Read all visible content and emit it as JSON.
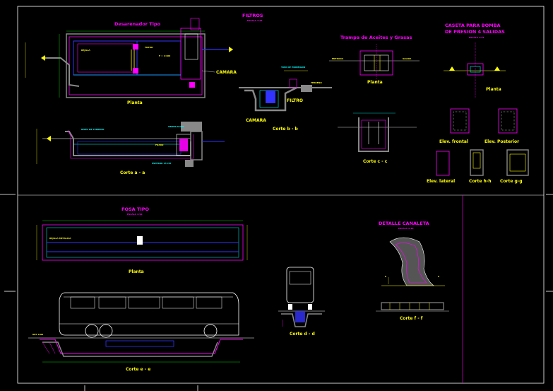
{
  "sheet": {
    "background": "#000000",
    "colors": {
      "frame": "#ffffff",
      "magenta": "#ff00ff",
      "yellow": "#ffff00",
      "cyan": "#00ffff",
      "blue": "#3333ff",
      "green": "#00ff00",
      "gray": "#888888",
      "red": "#ff0000"
    }
  },
  "panels": {
    "filtros": {
      "title": "FILTROS",
      "subtitle": "ESCALA 1:25",
      "desarenador": {
        "title": "Desarenador Tipo",
        "plan_caption": "Planta",
        "section_caption": "Corte a - a",
        "label_rejilla": "REJILLA",
        "label_ventilacion": "VENTILACION",
        "label_flujo": "F = 1:100",
        "label_espesor": "ESPESOR 15 CM",
        "label_nivel": "NIVEL DE TERRENO"
      },
      "filter_label": "FILTRO",
      "filter_label_2": "FILTRO",
      "camara": {
        "label": "CAMARA",
        "section_caption": "Corte b - b",
        "label_tapa": "TAPA DE HORMIGON",
        "label_terreno": "TERRENO"
      }
    },
    "trampa": {
      "title": "Trampa de Aceites y Grasas",
      "plan_caption": "Planta",
      "section_caption": "Corte c - c",
      "label_entrada": "ENTRADA",
      "label_salida": "SALIDA"
    },
    "caseta": {
      "title_line1": "CASETA PARA BOMBA",
      "title_line2": "DE PRESION 4 SALIDAS",
      "subtitle": "ESCALA 1:25",
      "plan_caption": "Planta",
      "elev_frontal": "Elev. frontal",
      "elev_posterior": "Elev. Posterior",
      "elev_lateral": "Elev. lateral",
      "corte_hh": "Corte h-h",
      "corte_gg": "Corte g-g"
    },
    "fosa": {
      "title": "FOSA TIPO",
      "subtitle": "ESCALA 1:50",
      "plan_caption": "Planta",
      "section_caption": "Corte e - e",
      "front_caption": "Corte d - d",
      "label_rejilla": "REJILLA METALICA",
      "label_nivel": "NPT 0.00"
    },
    "detalle": {
      "title": "DETALLE CANALETA",
      "subtitle": "ESCALA 1:10",
      "section_caption": "Corte f - f",
      "label_h": "h"
    }
  }
}
